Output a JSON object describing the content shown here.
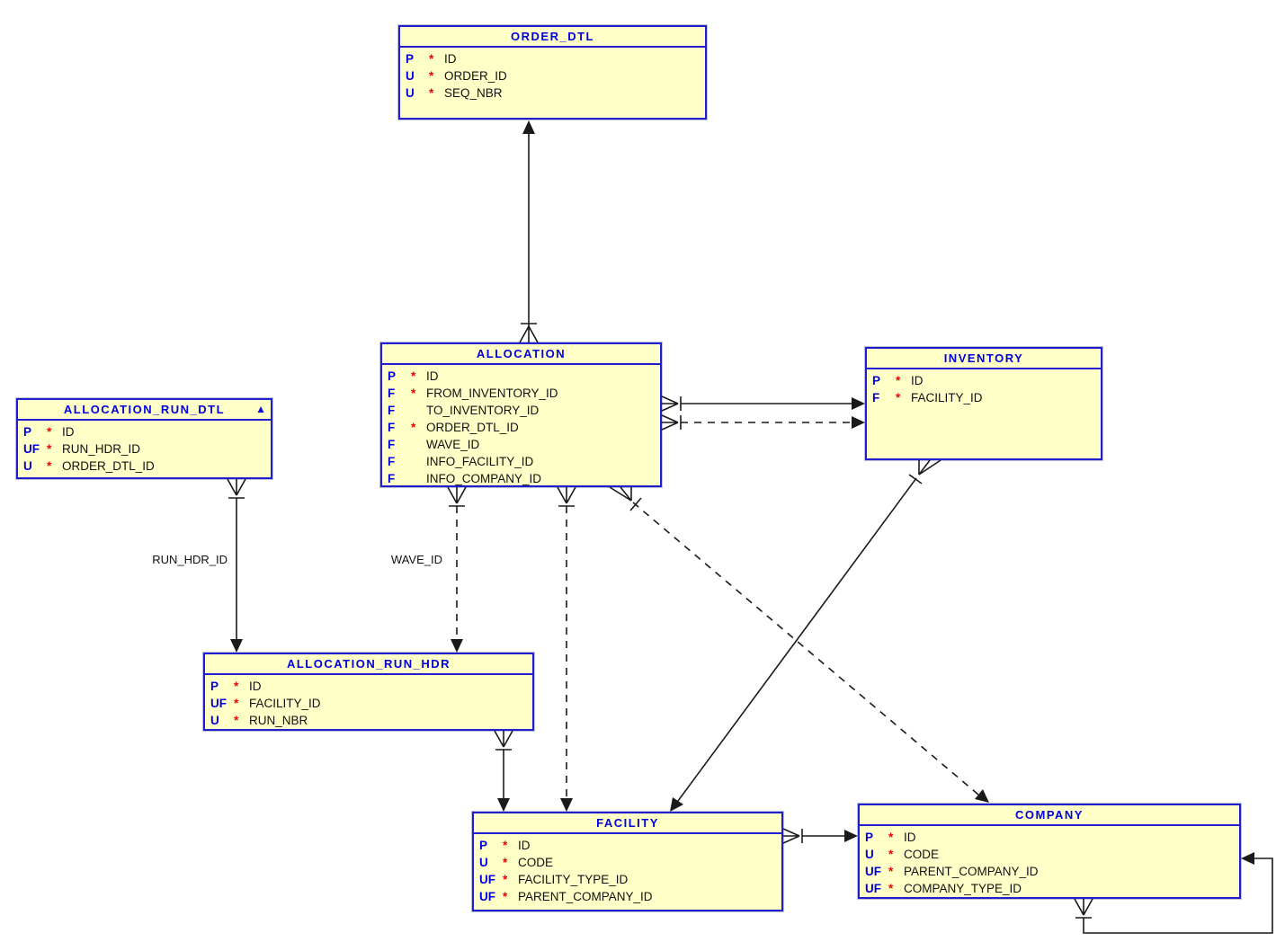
{
  "colors": {
    "entity_fill": "#ffffc8",
    "entity_border": "#1f1fd0",
    "title_color": "#0000e0",
    "key_flag_color": "#0000e0",
    "required_flag_color": "#ee0000",
    "column_color": "#111111",
    "line_color": "#1a1a1a",
    "background": "#ffffff"
  },
  "entities": {
    "order_dtl": {
      "title": "ORDER_DTL",
      "columns": [
        {
          "key": "P",
          "req": "*",
          "name": "ID"
        },
        {
          "key": "U",
          "req": "*",
          "name": "ORDER_ID"
        },
        {
          "key": "U",
          "req": "*",
          "name": "SEQ_NBR"
        }
      ]
    },
    "allocation": {
      "title": "ALLOCATION",
      "columns": [
        {
          "key": "P",
          "req": "*",
          "name": "ID"
        },
        {
          "key": "F",
          "req": "*",
          "name": "FROM_INVENTORY_ID"
        },
        {
          "key": "F",
          "req": "",
          "name": "TO_INVENTORY_ID"
        },
        {
          "key": "F",
          "req": "*",
          "name": "ORDER_DTL_ID"
        },
        {
          "key": "F",
          "req": "",
          "name": "WAVE_ID"
        },
        {
          "key": "F",
          "req": "",
          "name": "INFO_FACILITY_ID"
        },
        {
          "key": "F",
          "req": "",
          "name": "INFO_COMPANY_ID"
        }
      ]
    },
    "inventory": {
      "title": "INVENTORY",
      "columns": [
        {
          "key": "P",
          "req": "*",
          "name": "ID"
        },
        {
          "key": "F",
          "req": "*",
          "name": "FACILITY_ID"
        }
      ]
    },
    "allocation_run_dtl": {
      "title": "ALLOCATION_RUN_DTL",
      "collapse_icon": "▲",
      "columns": [
        {
          "key": "P",
          "req": "*",
          "name": "ID"
        },
        {
          "key": "UF",
          "req": "*",
          "name": "RUN_HDR_ID"
        },
        {
          "key": "U",
          "req": "*",
          "name": "ORDER_DTL_ID"
        }
      ]
    },
    "allocation_run_hdr": {
      "title": "ALLOCATION_RUN_HDR",
      "columns": [
        {
          "key": "P",
          "req": "*",
          "name": "ID"
        },
        {
          "key": "UF",
          "req": "*",
          "name": "FACILITY_ID"
        },
        {
          "key": "U",
          "req": "*",
          "name": "RUN_NBR"
        }
      ]
    },
    "facility": {
      "title": "FACILITY",
      "columns": [
        {
          "key": "P",
          "req": "*",
          "name": "ID"
        },
        {
          "key": "U",
          "req": "*",
          "name": "CODE"
        },
        {
          "key": "UF",
          "req": "*",
          "name": "FACILITY_TYPE_ID"
        },
        {
          "key": "UF",
          "req": "*",
          "name": "PARENT_COMPANY_ID"
        }
      ]
    },
    "company": {
      "title": "COMPANY",
      "columns": [
        {
          "key": "P",
          "req": "*",
          "name": "ID"
        },
        {
          "key": "U",
          "req": "*",
          "name": "CODE"
        },
        {
          "key": "UF",
          "req": "*",
          "name": "PARENT_COMPANY_ID"
        },
        {
          "key": "UF",
          "req": "*",
          "name": "COMPANY_TYPE_ID"
        }
      ]
    }
  },
  "labels": {
    "run_hdr_id": "RUN_HDR_ID",
    "wave_id": "WAVE_ID"
  },
  "relationships": [
    {
      "from": "allocation",
      "to": "order_dtl",
      "style": "solid",
      "label": ""
    },
    {
      "from": "allocation",
      "to": "inventory",
      "style": "solid",
      "label": ""
    },
    {
      "from": "allocation",
      "to": "inventory",
      "style": "dashed",
      "label": ""
    },
    {
      "from": "allocation_run_dtl",
      "to": "allocation_run_hdr",
      "style": "solid",
      "label": "RUN_HDR_ID"
    },
    {
      "from": "allocation",
      "to": "allocation_run_hdr",
      "style": "dashed",
      "label": "WAVE_ID"
    },
    {
      "from": "allocation",
      "to": "facility",
      "style": "dashed",
      "label": ""
    },
    {
      "from": "allocation",
      "to": "company",
      "style": "dashed",
      "label": ""
    },
    {
      "from": "inventory",
      "to": "facility",
      "style": "solid",
      "label": ""
    },
    {
      "from": "allocation_run_hdr",
      "to": "facility",
      "style": "solid",
      "label": ""
    },
    {
      "from": "facility",
      "to": "company",
      "style": "solid",
      "label": ""
    },
    {
      "from": "company",
      "to": "company",
      "style": "solid",
      "label": ""
    }
  ]
}
